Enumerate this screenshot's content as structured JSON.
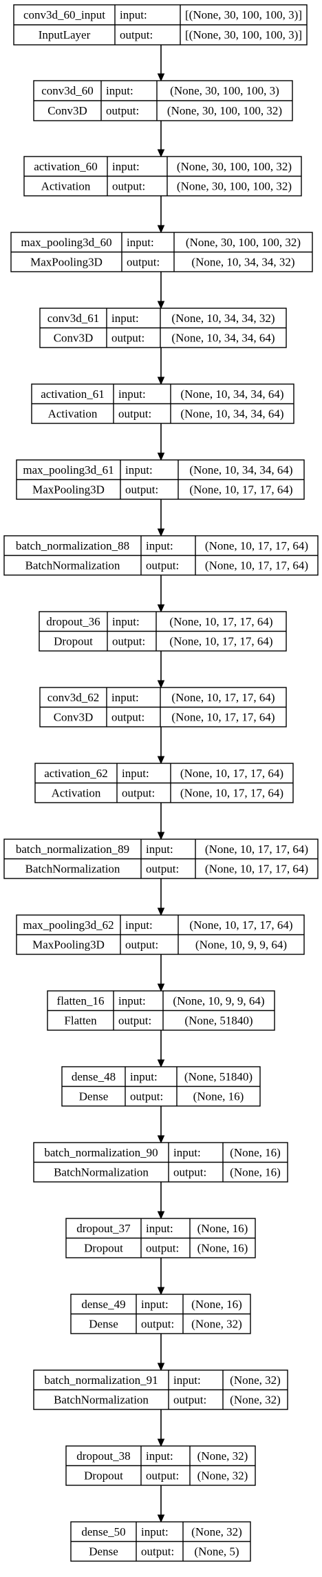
{
  "diagram": {
    "labels": {
      "input": "input:",
      "output": "output:"
    },
    "layers": [
      {
        "name": "conv3d_60_input",
        "type": "InputLayer",
        "input": "[(None, 30, 100, 100, 3)]",
        "output": "[(None, 30, 100, 100, 3)]"
      },
      {
        "name": "conv3d_60",
        "type": "Conv3D",
        "input": "(None, 30, 100, 100, 3)",
        "output": "(None, 30, 100, 100, 32)"
      },
      {
        "name": "activation_60",
        "type": "Activation",
        "input": "(None, 30, 100, 100, 32)",
        "output": "(None, 30, 100, 100, 32)"
      },
      {
        "name": "max_pooling3d_60",
        "type": "MaxPooling3D",
        "input": "(None, 30, 100, 100, 32)",
        "output": "(None, 10, 34, 34, 32)"
      },
      {
        "name": "conv3d_61",
        "type": "Conv3D",
        "input": "(None, 10, 34, 34, 32)",
        "output": "(None, 10, 34, 34, 64)"
      },
      {
        "name": "activation_61",
        "type": "Activation",
        "input": "(None, 10, 34, 34, 64)",
        "output": "(None, 10, 34, 34, 64)"
      },
      {
        "name": "max_pooling3d_61",
        "type": "MaxPooling3D",
        "input": "(None, 10, 34, 34, 64)",
        "output": "(None, 10, 17, 17, 64)"
      },
      {
        "name": "batch_normalization_88",
        "type": "BatchNormalization",
        "input": "(None, 10, 17, 17, 64)",
        "output": "(None, 10, 17, 17, 64)"
      },
      {
        "name": "dropout_36",
        "type": "Dropout",
        "input": "(None, 10, 17, 17, 64)",
        "output": "(None, 10, 17, 17, 64)"
      },
      {
        "name": "conv3d_62",
        "type": "Conv3D",
        "input": "(None, 10, 17, 17, 64)",
        "output": "(None, 10, 17, 17, 64)"
      },
      {
        "name": "activation_62",
        "type": "Activation",
        "input": "(None, 10, 17, 17, 64)",
        "output": "(None, 10, 17, 17, 64)"
      },
      {
        "name": "batch_normalization_89",
        "type": "BatchNormalization",
        "input": "(None, 10, 17, 17, 64)",
        "output": "(None, 10, 17, 17, 64)"
      },
      {
        "name": "max_pooling3d_62",
        "type": "MaxPooling3D",
        "input": "(None, 10, 17, 17, 64)",
        "output": "(None, 10, 9, 9, 64)"
      },
      {
        "name": "flatten_16",
        "type": "Flatten",
        "input": "(None, 10, 9, 9, 64)",
        "output": "(None, 51840)"
      },
      {
        "name": "dense_48",
        "type": "Dense",
        "input": "(None, 51840)",
        "output": "(None, 16)"
      },
      {
        "name": "batch_normalization_90",
        "type": "BatchNormalization",
        "input": "(None, 16)",
        "output": "(None, 16)"
      },
      {
        "name": "dropout_37",
        "type": "Dropout",
        "input": "(None, 16)",
        "output": "(None, 16)"
      },
      {
        "name": "dense_49",
        "type": "Dense",
        "input": "(None, 16)",
        "output": "(None, 32)"
      },
      {
        "name": "batch_normalization_91",
        "type": "BatchNormalization",
        "input": "(None, 32)",
        "output": "(None, 32)"
      },
      {
        "name": "dropout_38",
        "type": "Dropout",
        "input": "(None, 32)",
        "output": "(None, 32)"
      },
      {
        "name": "dense_50",
        "type": "Dense",
        "input": "(None, 32)",
        "output": "(None, 5)"
      }
    ]
  }
}
